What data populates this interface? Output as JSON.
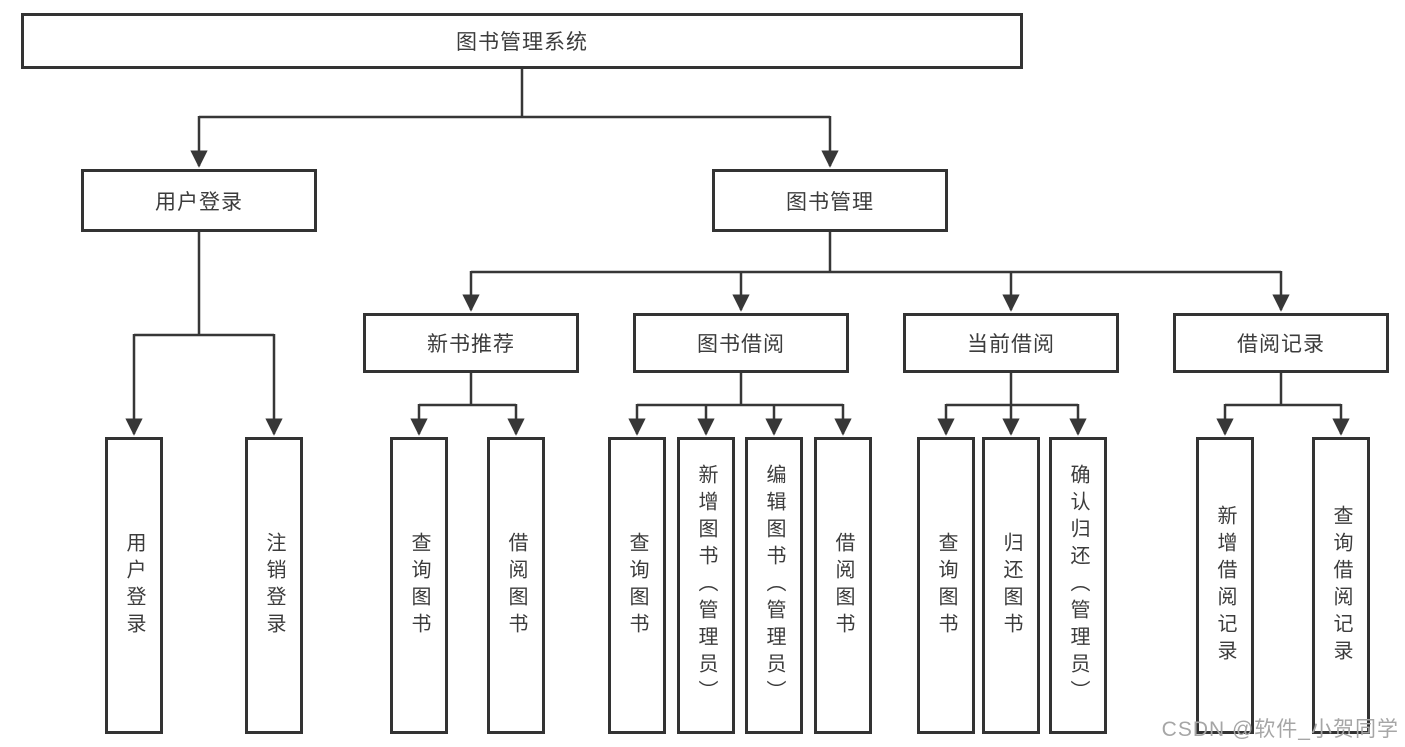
{
  "diagram": {
    "type": "tree",
    "root": {
      "label": "图书管理系统",
      "children": [
        {
          "label": "用户登录",
          "children": [
            {
              "label": "用户登录"
            },
            {
              "label": "注销登录"
            }
          ]
        },
        {
          "label": "图书管理",
          "children": [
            {
              "label": "新书推荐",
              "children": [
                {
                  "label": "查询图书"
                },
                {
                  "label": "借阅图书"
                }
              ]
            },
            {
              "label": "图书借阅",
              "children": [
                {
                  "label": "查询图书"
                },
                {
                  "label": "新增图书（管理员）"
                },
                {
                  "label": "编辑图书（管理员）"
                },
                {
                  "label": "借阅图书"
                }
              ]
            },
            {
              "label": "当前借阅",
              "children": [
                {
                  "label": "查询图书"
                },
                {
                  "label": "归还图书"
                },
                {
                  "label": "确认归还（管理员）"
                }
              ]
            },
            {
              "label": "借阅记录",
              "children": [
                {
                  "label": "新增借阅记录"
                },
                {
                  "label": "查询借阅记录"
                }
              ]
            }
          ]
        }
      ]
    }
  },
  "watermark": {
    "text": "CSDN @软件_小贺同学"
  },
  "colors": {
    "background": "#ffffff",
    "box_border": "#333333",
    "connector_line": "#373737",
    "text": "#3c3c3c",
    "watermark": "#a6a6a6"
  }
}
